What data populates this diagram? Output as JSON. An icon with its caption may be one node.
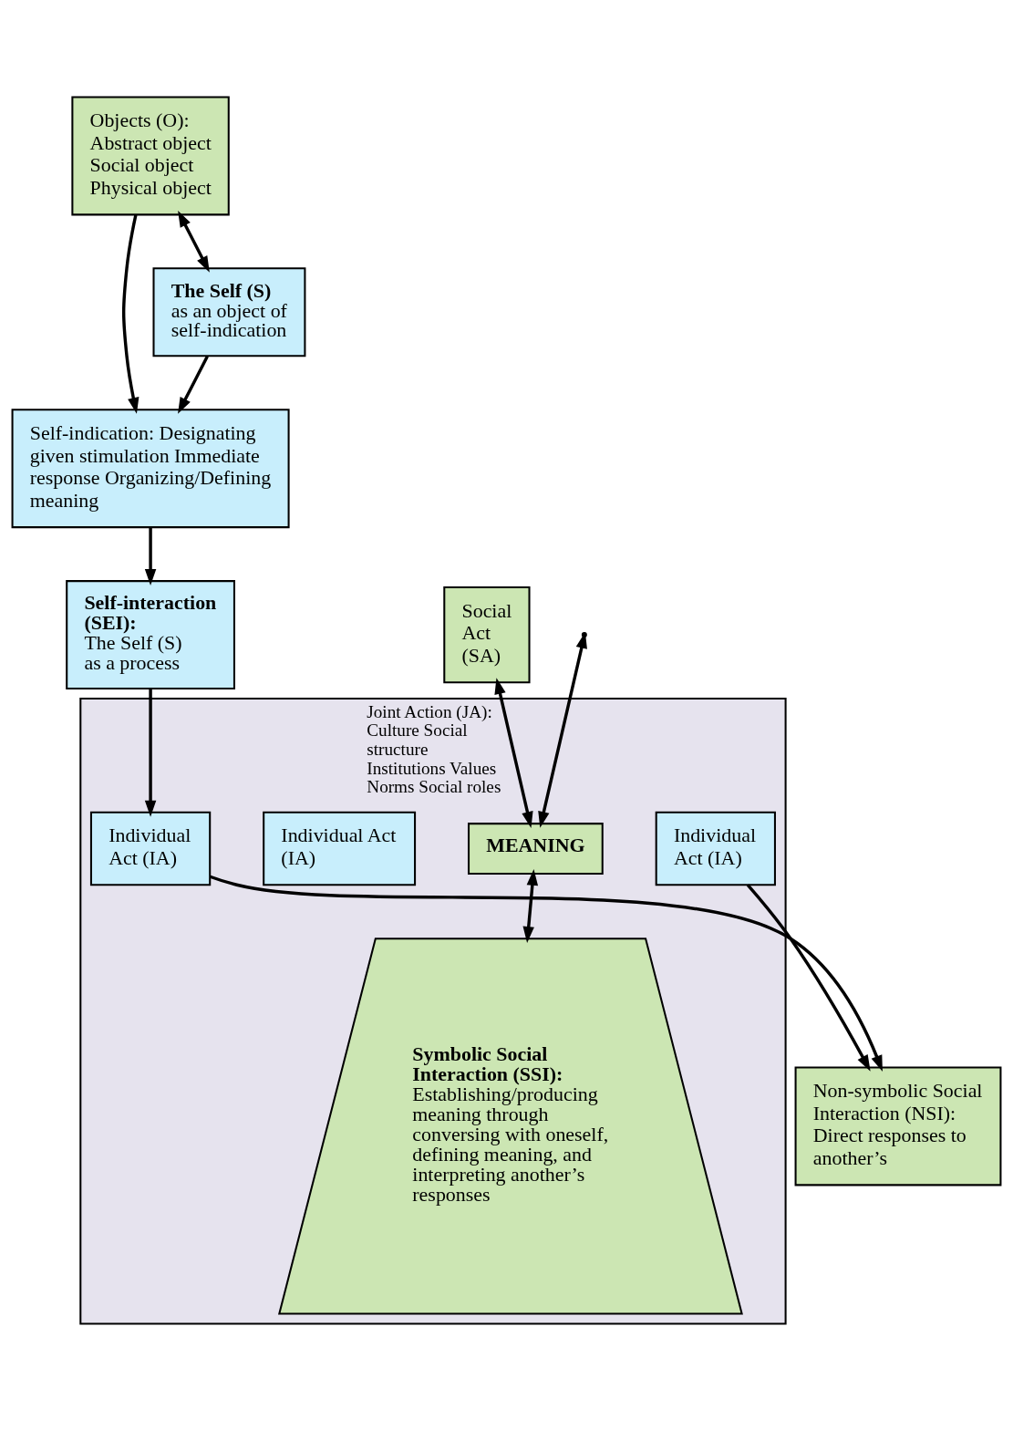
{
  "diagram": {
    "nodes": [
      {
        "text": [
          "Objects (O): Abstract object Social object Physical object"
        ]
      },
      {
        "text": [
          "Self-indication: Designating given stimulation Immediate response Organizing/Defining meaning"
        ]
      },
      {
        "text": [
          "The Self (S)",
          "as an object of self-indication"
        ]
      },
      {
        "text": [
          "Self-interaction (SEI):",
          "The Self (S) as a process"
        ]
      },
      {
        "text": [
          "Joint Action (JA): Culture Social structure Institutions Values Norms Social roles"
        ]
      },
      {
        "text": [
          "Individual Act (IA)"
        ],
        "in": 4
      },
      {
        "text": [
          "Social Act (SA)"
        ]
      },
      {
        "text": [
          "MEANING"
        ],
        "in": 4
      },
      {
        "text": [
          "Symbolic Social Interaction (SSI):",
          "Establishing/producing meaning through conversing with oneself, defining meaning, and interpreting another’s responses"
        ],
        "in": 4
      },
      {
        "text": [
          "Individual Act (IA)"
        ],
        "in": 4
      },
      {
        "text": [
          "Individual Act (IA)"
        ],
        "in": 4
      },
      {
        "text": [
          "Non-symbolic Social Interaction (NSI): Direct responses to another’s"
        ]
      }
    ],
    "edges": [
      {
        "from": 0,
        "to": 1,
        "arrow": "to"
      },
      {
        "from": 2,
        "to": 1,
        "arrow": "to"
      },
      {
        "from": 0,
        "to": 2,
        "arrow": "both"
      },
      {
        "from": null,
        "to": 7,
        "arrow": "both"
      },
      {
        "from": 1,
        "to": 3,
        "arrow": "to"
      },
      {
        "from": 3,
        "to": 5,
        "arrow": "to"
      },
      {
        "from": 5,
        "to": 11,
        "arrow": "to"
      },
      {
        "from": 6,
        "to": 7,
        "arrow": "both"
      },
      {
        "from": 7,
        "to": 8,
        "arrow": "both"
      },
      {
        "from": 10,
        "to": 11,
        "arrow": "to"
      }
    ]
  }
}
